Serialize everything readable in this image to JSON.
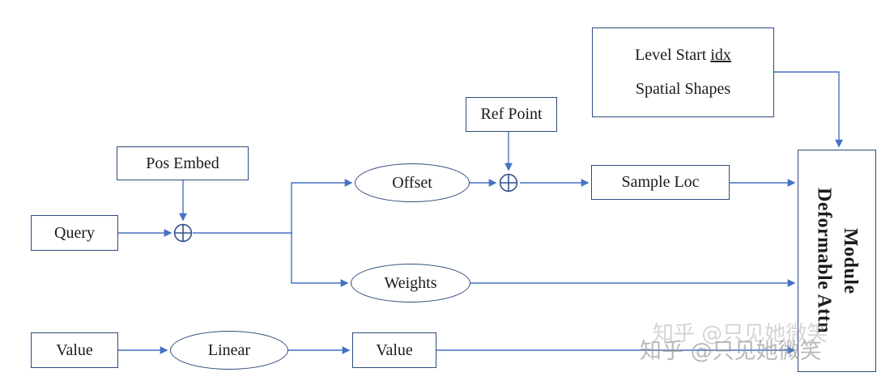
{
  "nodes": {
    "query": {
      "label": "Query"
    },
    "pos_embed": {
      "label": "Pos Embed"
    },
    "ref_point": {
      "label": "Ref Point"
    },
    "info_box": {
      "line1_prefix": "Level Start ",
      "line1_underline": "idx",
      "line2": "Spatial Shapes"
    },
    "offset": {
      "label": "Offset"
    },
    "weights": {
      "label": "Weights"
    },
    "sample_loc": {
      "label": "Sample Loc"
    },
    "value_in": {
      "label": "Value"
    },
    "linear": {
      "label": "Linear"
    },
    "value_out": {
      "label": "Value"
    },
    "module": {
      "line1": "Deformable Attn",
      "line2": "Module"
    }
  },
  "icons": {
    "add": "circle-plus"
  },
  "watermark": {
    "text": "知乎 @只见她微笑"
  },
  "colors": {
    "box_border": "#2e4a7d",
    "arrow": "#4472c4",
    "text": "#1b1b1b",
    "watermark": "#8f8f8f"
  }
}
